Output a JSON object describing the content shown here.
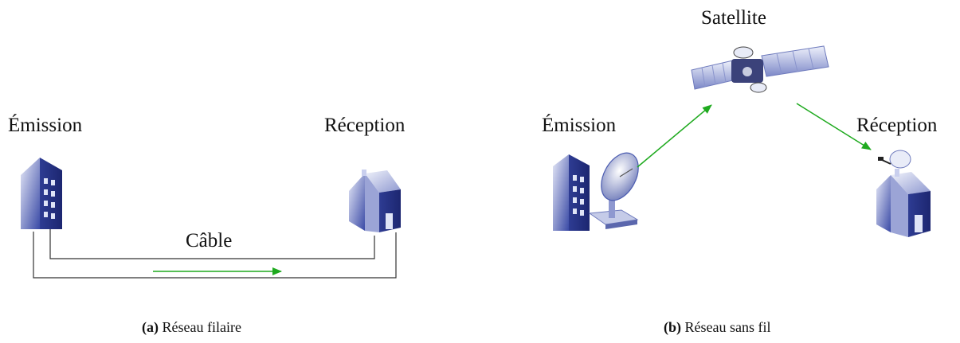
{
  "panel_a": {
    "emission_label": "Émission",
    "reception_label": "Réception",
    "cable_label": "Câble",
    "caption_tag": "(a)",
    "caption_text": "Réseau filaire",
    "icons": [
      "office-building-icon",
      "house-icon"
    ],
    "colors": {
      "arrow": "#1faa1f",
      "building": "#4a5bb0"
    }
  },
  "panel_b": {
    "satellite_label": "Satellite",
    "emission_label": "Émission",
    "reception_label": "Réception",
    "caption_tag": "(b)",
    "caption_text": "Réseau sans fil",
    "icons": [
      "satellite-icon",
      "office-building-icon",
      "satellite-dish-icon",
      "house-with-dish-icon"
    ],
    "colors": {
      "arrow": "#1faa1f"
    }
  }
}
